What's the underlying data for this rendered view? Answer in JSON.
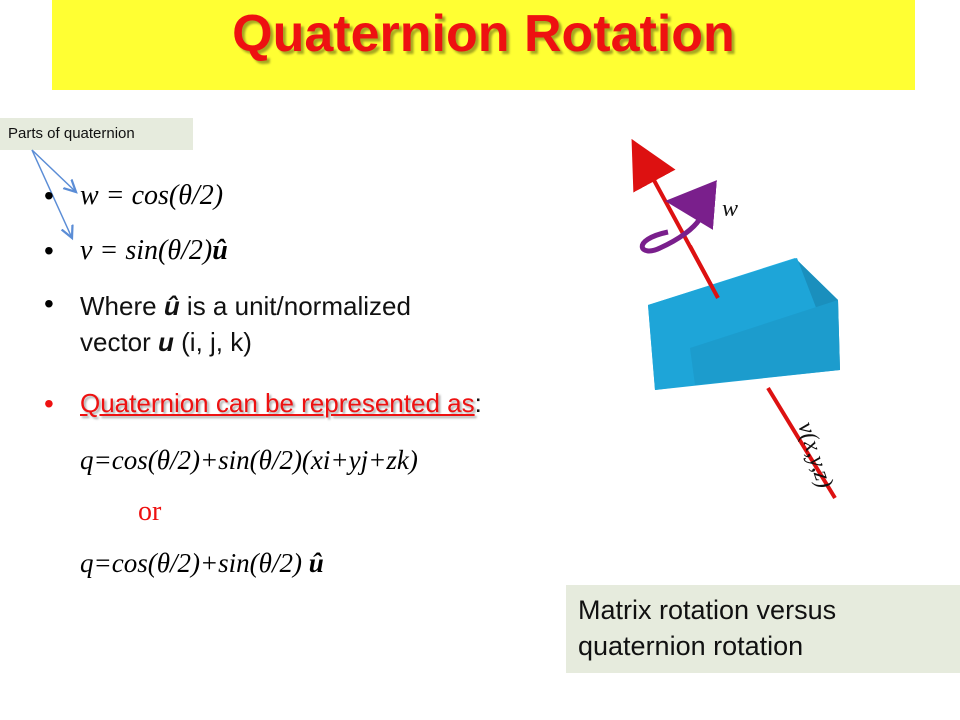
{
  "header": {
    "title": "Quaternion Rotation"
  },
  "notes": {
    "parts_label": "Parts of quaternion",
    "comparison_label": "Matrix rotation versus quaternion rotation"
  },
  "bullets": {
    "b1": "w = cos(θ/2)",
    "b2_prefix": "v = sin(θ/2)",
    "b2_hat": "û",
    "b3_line1_pre": "Where ",
    "b3_hat": "û",
    "b3_line1_post": " is a unit/normalized",
    "b3_line2_pre": "vector ",
    "b3_u": "u",
    "b3_line2_post": " (i, j, k)",
    "b4_red": "Quaternion can be represented as",
    "b4_colon": ":"
  },
  "formulas": {
    "f1": "q=cos(θ/2)+sin(θ/2)(xi+yj+zk)",
    "or": "or",
    "f2_prefix": "q=cos(θ/2)+sin(θ/2) ",
    "f2_hat": "û"
  },
  "diagram": {
    "w_label": "w",
    "v_label": "v(x,y,z)",
    "colors": {
      "axis": "#dd1111",
      "box_front": "#1ea5d8",
      "box_top": "#28b6e8",
      "box_side": "#1a8fbd",
      "rotation_arrow": "#7a1f8c"
    }
  }
}
